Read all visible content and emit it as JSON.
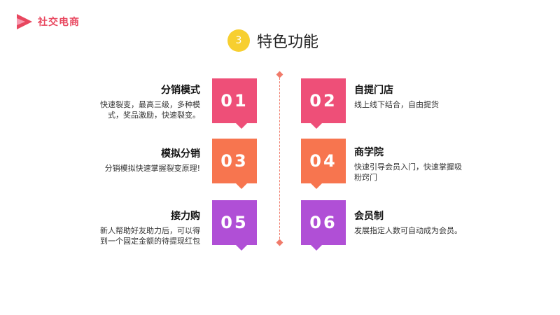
{
  "brand": {
    "name": "社交电商",
    "colors": {
      "accent": "#e8475f",
      "accent2": "#f76b8a"
    }
  },
  "section": {
    "number": "3",
    "title": "特色功能",
    "badge_color": "#f7cf30"
  },
  "features": [
    {
      "num": "01",
      "title": "分销模式",
      "desc": "快速裂变，最高三级，多种模式，奖品激励，快速裂变。",
      "color": "#ee4f78",
      "side": "left"
    },
    {
      "num": "02",
      "title": "自提门店",
      "desc": "线上线下结合，自由提货",
      "color": "#ee4f78",
      "side": "right"
    },
    {
      "num": "03",
      "title": "模拟分销",
      "desc": "分销模拟快速掌握裂变原理!",
      "color": "#f7754f",
      "side": "left"
    },
    {
      "num": "04",
      "title": "商学院",
      "desc": "快速引导会员入门，快速掌握吸粉窍门",
      "color": "#f7754f",
      "side": "right"
    },
    {
      "num": "05",
      "title": "接力购",
      "desc": "新人帮助好友助力后，可以得到一个固定金额的待提现红包",
      "color": "#b04fd6",
      "side": "left"
    },
    {
      "num": "06",
      "title": "会员制",
      "desc": "发展指定人数可自动成为会员。",
      "color": "#b04fd6",
      "side": "right"
    }
  ]
}
